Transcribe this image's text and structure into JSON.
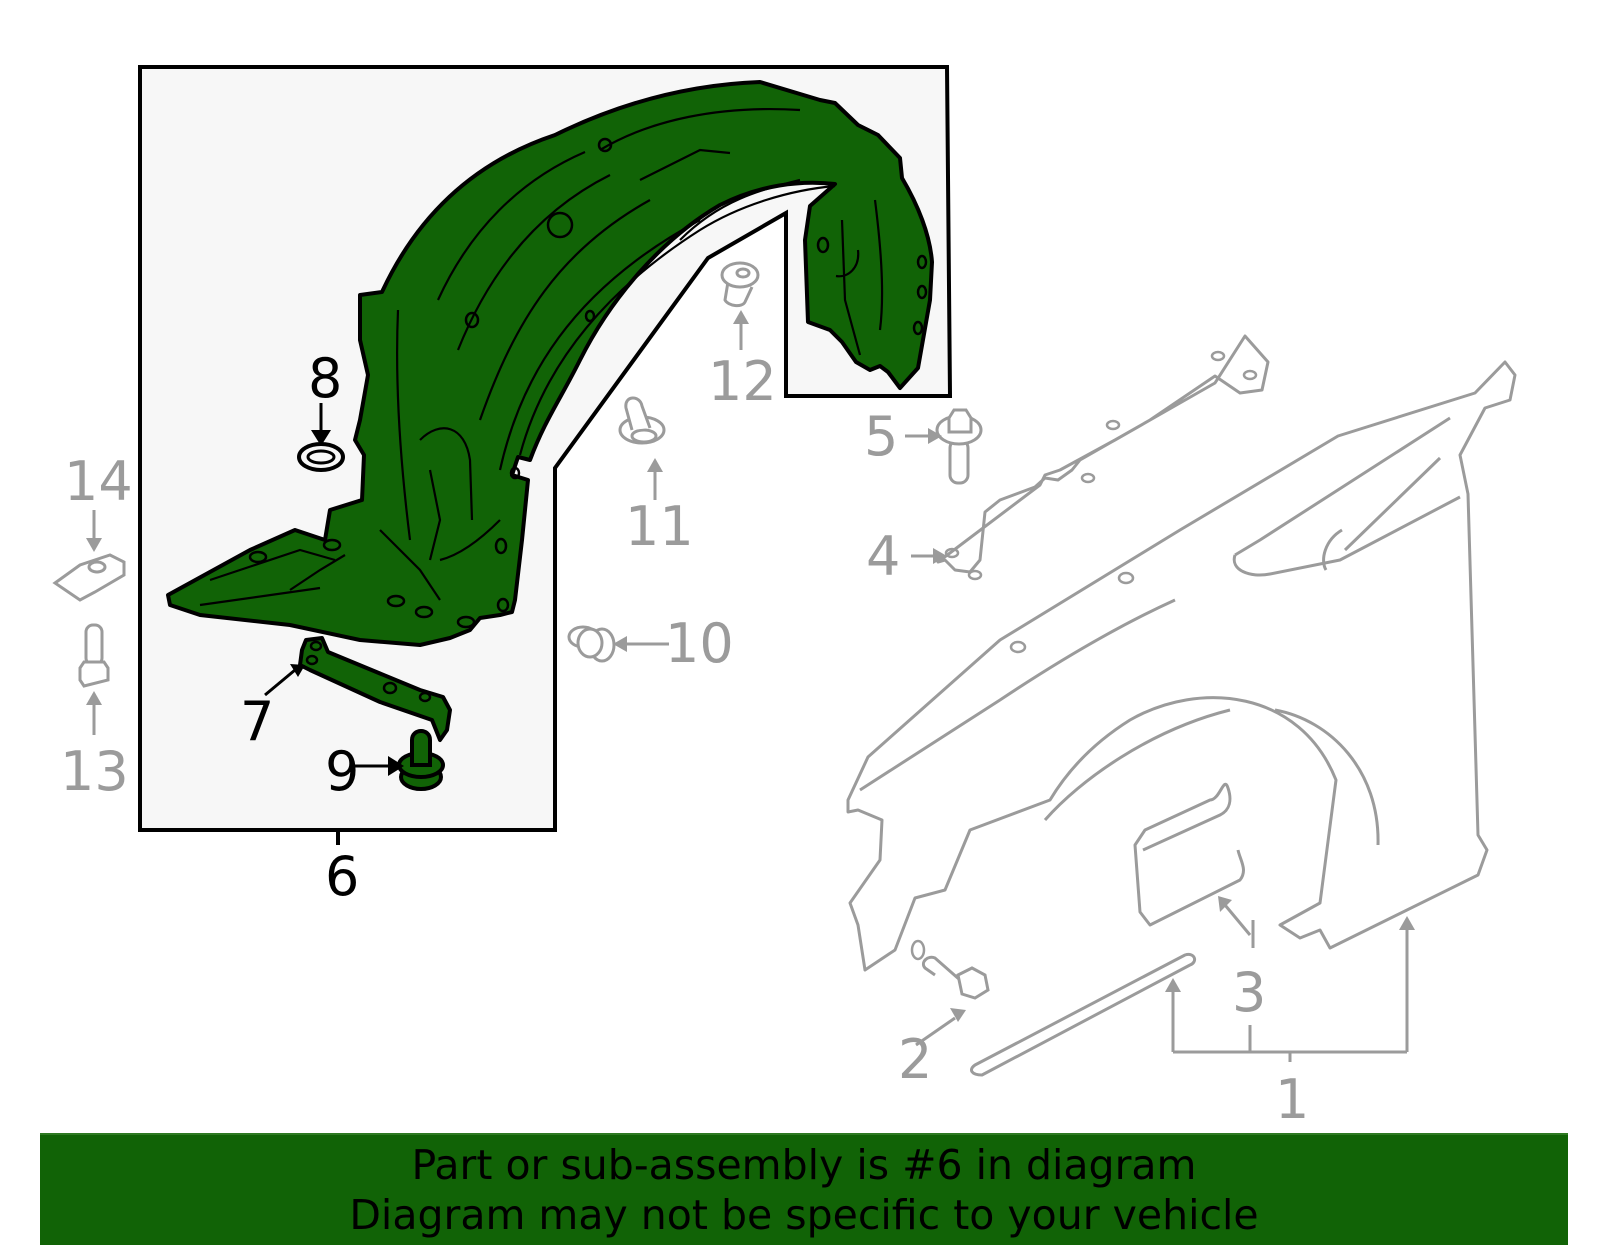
{
  "diagram": {
    "title": "Fender liner assembly parts diagram",
    "highlight_color": "#116306",
    "outline_color": "#000000",
    "secondary_color": "#9b9b9b",
    "box_fill": "#f7f7f7",
    "highlighted_assembly": "6",
    "callouts": [
      {
        "id": "1",
        "label": "1",
        "part": "fender-panel",
        "highlighted": false
      },
      {
        "id": "2",
        "label": "2",
        "part": "bolt",
        "highlighted": false
      },
      {
        "id": "3",
        "label": "3",
        "part": "fender-insulator-pad",
        "highlighted": false
      },
      {
        "id": "4",
        "label": "4",
        "part": "fender-bracket",
        "highlighted": false
      },
      {
        "id": "5",
        "label": "5",
        "part": "bolt",
        "highlighted": false
      },
      {
        "id": "6",
        "label": "6",
        "part": "fender-liner-assembly",
        "highlighted": true
      },
      {
        "id": "7",
        "label": "7",
        "part": "liner-bracket",
        "highlighted": true
      },
      {
        "id": "8",
        "label": "8",
        "part": "grommet",
        "highlighted": true
      },
      {
        "id": "9",
        "label": "9",
        "part": "clip",
        "highlighted": true
      },
      {
        "id": "10",
        "label": "10",
        "part": "clip",
        "highlighted": false
      },
      {
        "id": "11",
        "label": "11",
        "part": "clip",
        "highlighted": false
      },
      {
        "id": "12",
        "label": "12",
        "part": "nut",
        "highlighted": false
      },
      {
        "id": "13",
        "label": "13",
        "part": "bolt",
        "highlighted": false
      },
      {
        "id": "14",
        "label": "14",
        "part": "clip-nut",
        "highlighted": false
      }
    ]
  },
  "banner": {
    "line1": "Part or sub-assembly is #6 in diagram",
    "line2": "Diagram may not be specific to your vehicle",
    "background": "#116306"
  }
}
